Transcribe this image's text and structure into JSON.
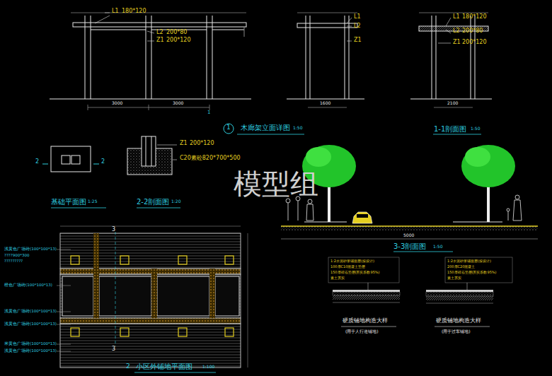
{
  "diagram": {
    "labels": [
      "L1",
      "180*120",
      "L2",
      "200*80",
      "Z1",
      "200*120",
      "3000",
      "3000",
      "1",
      "1",
      "木廊架立面详图",
      "1:50",
      "L1",
      "L2",
      "Z1",
      "1600",
      "L1",
      "180*120",
      "L2",
      "200*80",
      "Z1",
      "200*120",
      "2100",
      "1-1剖面图",
      "1:50",
      "2",
      "2",
      "基础平面图",
      "1:25",
      "Z1",
      "200*120",
      "C20素砼820*700*500",
      "2-2剖面图",
      "1:20",
      "模型组",
      "3",
      "3",
      "浅黄色广场砖(100*100*13)",
      "????900*300",
      "?????????",
      "橙色广场砖(100*100*13)",
      "浅黄色广场砖(100*100*13)",
      "浅黄色广场砖(100*100*13)",
      "米黄色广场砖(100*100*13)",
      "浅黄色广场砖(100*100*13)",
      "2",
      "小区外铺地平面图",
      "1:100",
      "3-3剖面图",
      "1:50",
      "5000",
      "1:2水泥砂浆铺面层(按设计)",
      "100厚C10混凝土垫层",
      "150厚碎石垫层(夯实系数95%)",
      "素土夯实",
      "1:2水泥砂浆铺面层(按设计)",
      "200厚C20混凝土",
      "150厚碎石垫层(夯实系数95%)",
      "素土夯实",
      "硬质铺地构造大样",
      "(用于人行道铺地)",
      "硬质铺地构造大样",
      "(用于过车铺地)"
    ]
  }
}
